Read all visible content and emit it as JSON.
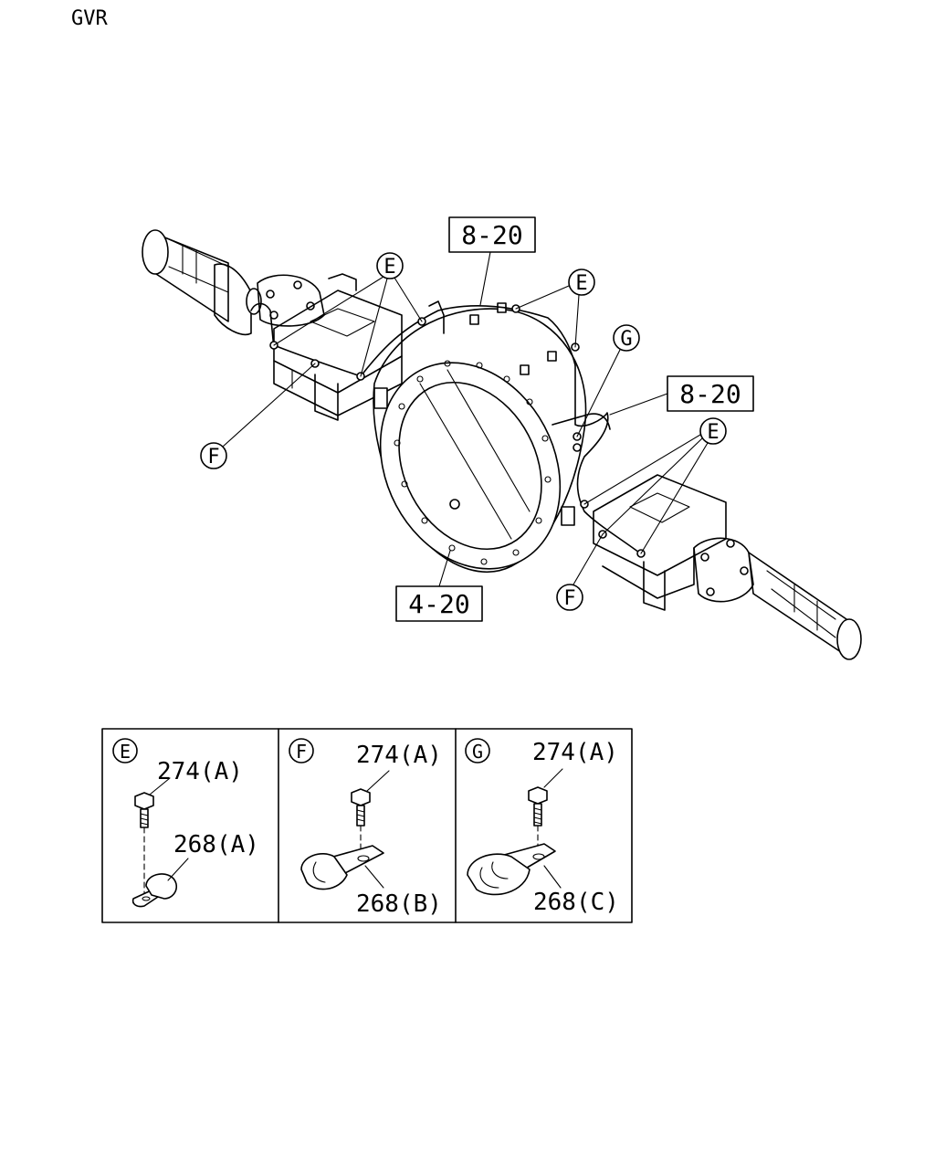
{
  "header": {
    "code": "GVR"
  },
  "diagram": {
    "boxed_refs": [
      "8-20",
      "8-20",
      "4-20"
    ],
    "callouts": [
      "E",
      "E",
      "E",
      "F",
      "F",
      "G"
    ]
  },
  "details": [
    {
      "letter": "E",
      "bolt": "274(A)",
      "clip": "268(A)"
    },
    {
      "letter": "F",
      "bolt": "274(A)",
      "clip": "268(B)"
    },
    {
      "letter": "G",
      "bolt": "274(A)",
      "clip": "268(C)"
    }
  ]
}
